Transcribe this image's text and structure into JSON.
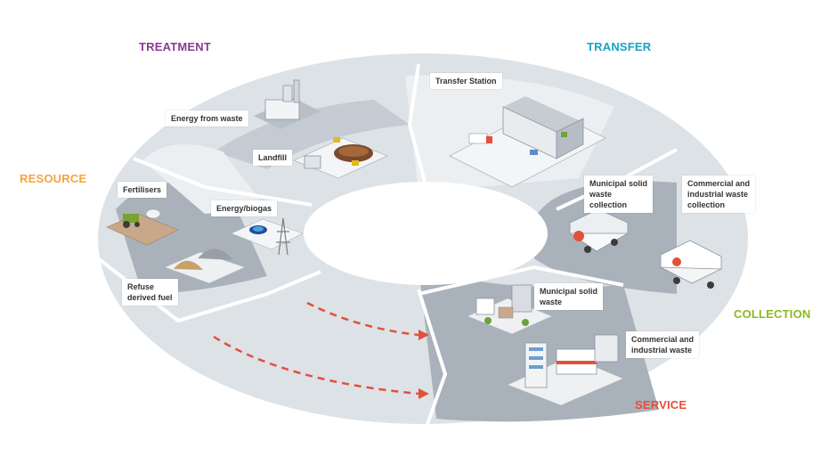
{
  "colors": {
    "treatment": "#8b3a8f",
    "transfer": "#1aa3c4",
    "resource": "#f4a540",
    "collection": "#8cba1f",
    "service": "#e2513a",
    "ring_light": "#dde2e7",
    "ring_mid": "#c4cbd2",
    "ring_dark": "#a9b2bb",
    "arrow": "#e2513a"
  },
  "sections": {
    "treatment": "TREATMENT",
    "transfer": "TRANSFER",
    "resource": "RESOURCE",
    "collection": "COLLECTION",
    "service": "SERVICE"
  },
  "labels": {
    "transfer_station": "Transfer Station",
    "energy_from_waste": "Energy from waste",
    "landfill": "Landfill",
    "fertilisers": "Fertilisers",
    "energy_biogas": "Energy/biogas",
    "refuse_derived_fuel": "Refuse\nderived fuel",
    "municipal_collection": "Municipal solid\nwaste\ncollection",
    "commercial_collection": "Commercial and\nindustrial waste\ncollection",
    "municipal_waste": "Municipal solid\nwaste",
    "commercial_waste": "Commercial and\nindustrial waste"
  },
  "icons": [
    "energy-from-waste-plant-icon",
    "landfill-icon",
    "transfer-station-icon",
    "fertiliser-tractor-icon",
    "refuse-fuel-piles-icon",
    "biogas-flame-icon",
    "municipal-truck-icon",
    "commercial-truck-icon",
    "municipal-houses-icon",
    "commercial-buildings-icon"
  ]
}
